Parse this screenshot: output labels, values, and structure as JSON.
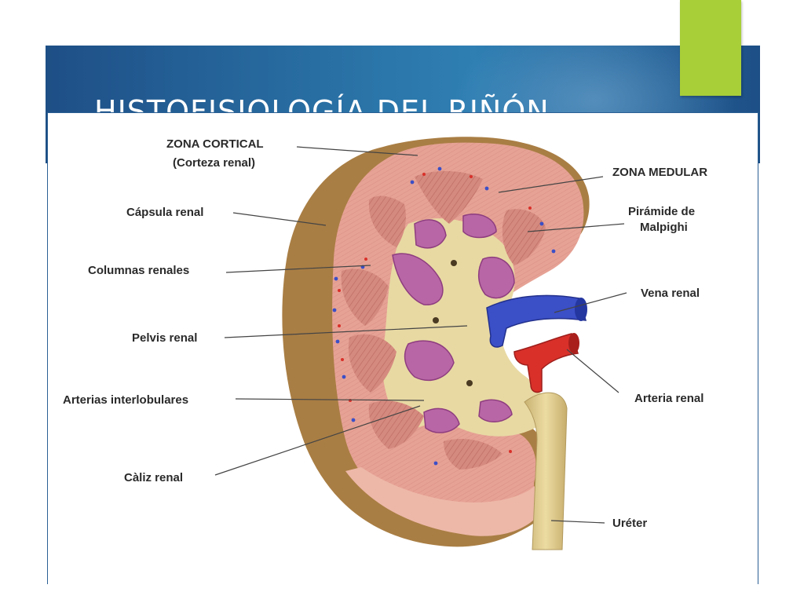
{
  "slide": {
    "title": "HISTOFISIOLOGÍA DEL RIÑÓN"
  },
  "labels": {
    "zona_cortical": "ZONA CORTICAL",
    "corteza_renal": "(Corteza renal)",
    "capsula_renal": "Cápsula renal",
    "columnas_renales": "Columnas renales",
    "pelvis_renal": "Pelvis renal",
    "arterias_interlobulares": "Arterias interlobulares",
    "caliz_renal": "Càliz renal",
    "zona_medular": "ZONA MEDULAR",
    "piramide_1": "Pirámide de",
    "piramide_2": "Malpighi",
    "vena_renal": "Vena renal",
    "arteria_renal": "Arteria renal",
    "ureter": "Uréter"
  },
  "colors": {
    "title_bar": "#1e4f86",
    "accent": "#a8cf38",
    "capsule": "#a97e44",
    "cortex": "#e6a295",
    "pyramid": "#d58a7f",
    "pelvis": "#e8d9a3",
    "calyx": "#b966a6",
    "vein": "#3b4fc7",
    "artery": "#d9302a",
    "ureter": "#e2cf91"
  }
}
